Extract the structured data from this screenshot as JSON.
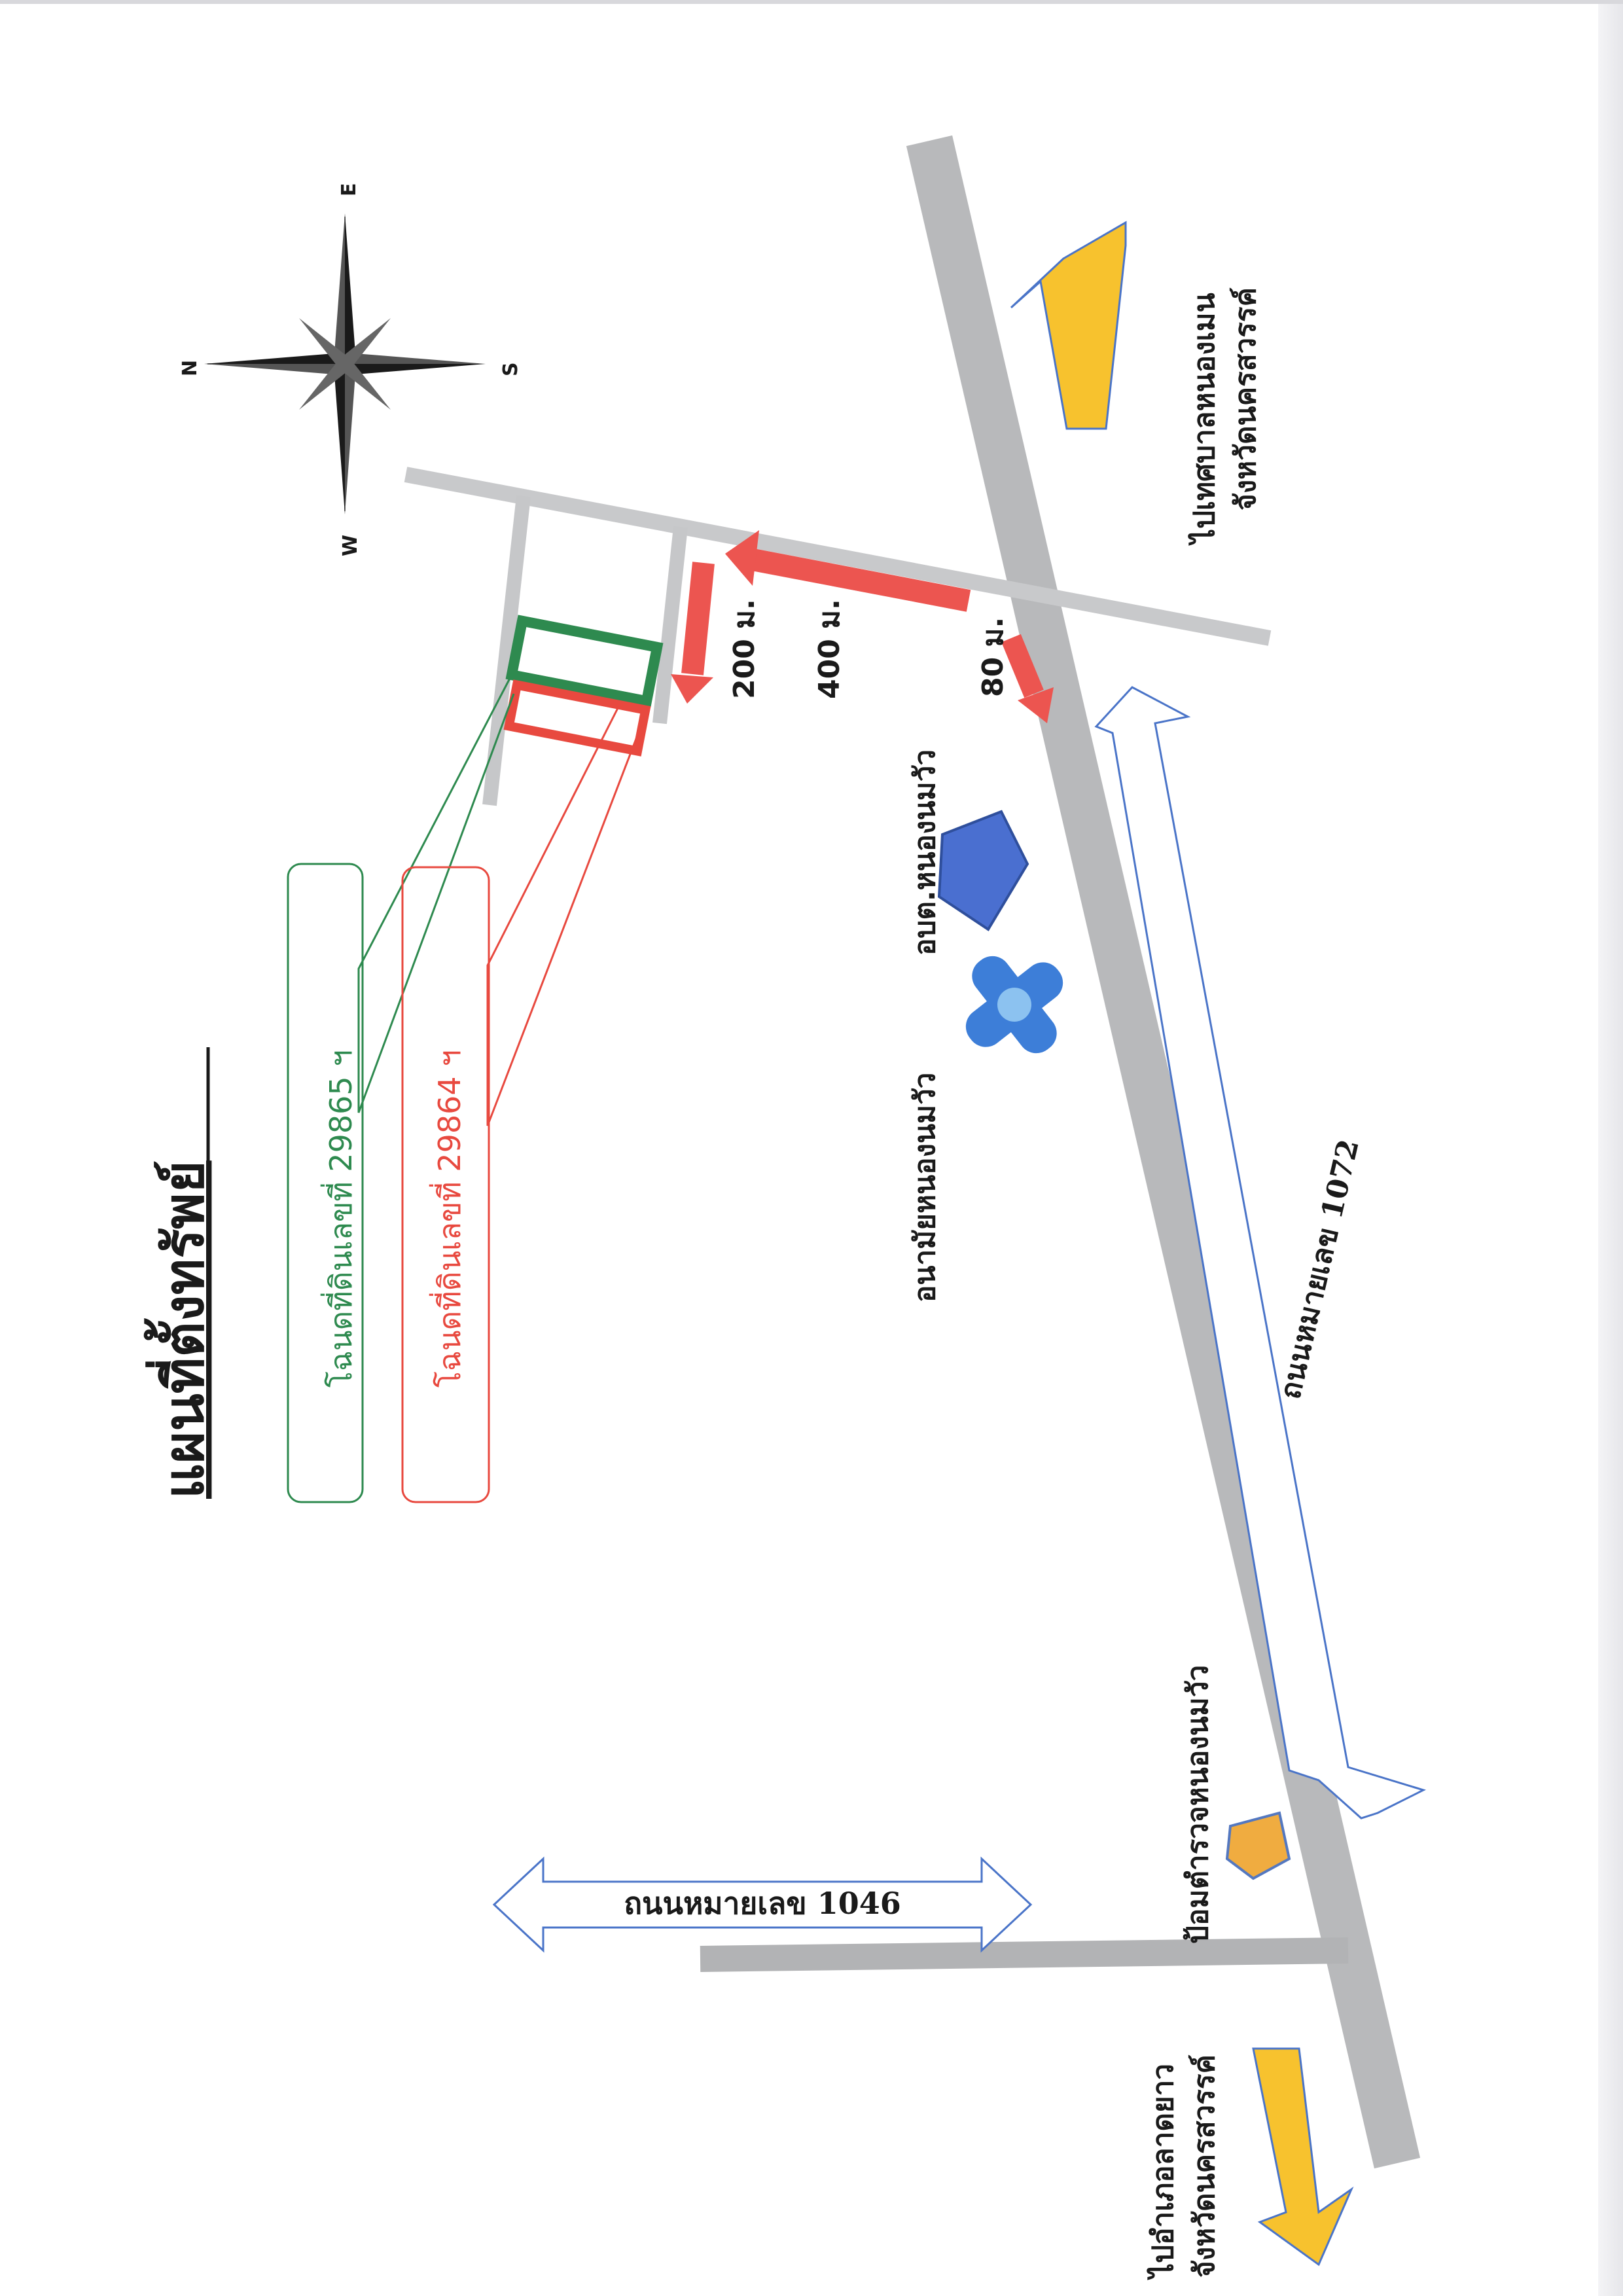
{
  "title": "แผนที่ตั้งทรัพย์",
  "compass": {
    "n": "N",
    "e": "E",
    "s": "S",
    "w": "W"
  },
  "parcels": {
    "green_label": "โฉนดที่ดินเลขที่ 29865 ฯ",
    "red_label": "โฉนดที่ดินเลขที่ 29864 ฯ"
  },
  "distances": {
    "d200": "200 ม.",
    "d400": "400 ม.",
    "d80": "80 ม."
  },
  "roads": {
    "main": "ถนนหมายเลข 1072",
    "side": "ถนนหมายเลข 1046"
  },
  "destinations": {
    "top_line1": "ไปเทศบาลหนองเมน",
    "top_line2": "จังหวัดนครสวรรค์",
    "bottom_line1": "ไปอำเภอลาดยาว",
    "bottom_line2": "จังหวัดนครสวรรค์"
  },
  "landmarks": {
    "sao": "อบต.หนองนมวัว",
    "health": "อนามัยหนองนมวัว",
    "police": "ป้อมตำรวจหนองนมวัว"
  },
  "colors": {
    "road": "#b8b9bb",
    "route": "#ec5550",
    "green_parcel": "#2e8a4f",
    "red_parcel": "#e8493f",
    "blue": "#4a74c8",
    "yellow": "#f7c22e"
  }
}
